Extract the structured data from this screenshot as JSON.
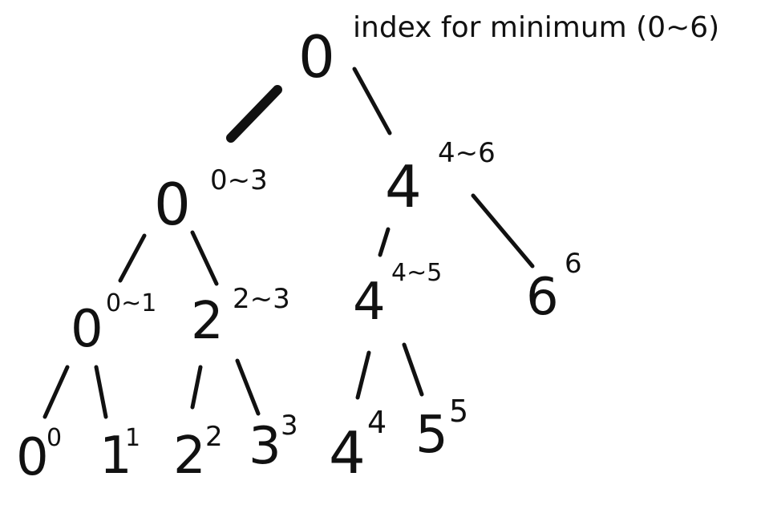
{
  "title": "index for minimum (0~6)",
  "nodes": [
    {
      "id": "root",
      "value": "0",
      "range": ""
    },
    {
      "id": "l",
      "value": "0",
      "range": "0~3"
    },
    {
      "id": "r",
      "value": "4",
      "range": "4~6"
    },
    {
      "id": "ll",
      "value": "0",
      "range": "0~1"
    },
    {
      "id": "lr",
      "value": "2",
      "range": "2~3"
    },
    {
      "id": "rl",
      "value": "4",
      "range": "4~5"
    },
    {
      "id": "rr",
      "value": "6",
      "range": "6"
    },
    {
      "id": "lll",
      "value": "0",
      "range": "0"
    },
    {
      "id": "llr",
      "value": "1",
      "range": "1"
    },
    {
      "id": "lrl",
      "value": "2",
      "range": "2"
    },
    {
      "id": "lrr",
      "value": "3",
      "range": "3"
    },
    {
      "id": "rll",
      "value": "4",
      "range": "4"
    },
    {
      "id": "rlr",
      "value": "5",
      "range": "5"
    }
  ]
}
